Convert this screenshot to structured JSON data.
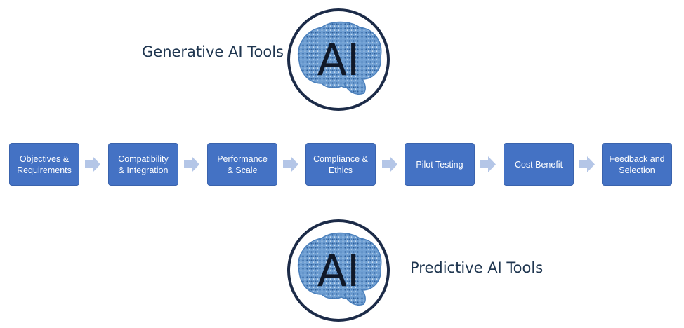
{
  "headings": {
    "top": "Generative AI Tools",
    "bottom": "Predictive AI Tools"
  },
  "logo": {
    "text": "AI",
    "ring_color": "#1c2b48",
    "brain_color": "#5b8fc9",
    "text_color": "#101828"
  },
  "steps": [
    {
      "label": "Objectives &\nRequirements"
    },
    {
      "label": "Compatibility\n& Integration"
    },
    {
      "label": "Performance\n& Scale"
    },
    {
      "label": "Compliance &\nEthics"
    },
    {
      "label": "Pilot Testing"
    },
    {
      "label": "Cost Benefit"
    },
    {
      "label": "Feedback and\nSelection"
    }
  ],
  "colors": {
    "box_fill": "#4472c4",
    "arrow_fill": "#b4c6e7",
    "heading_text": "#1f3650"
  }
}
